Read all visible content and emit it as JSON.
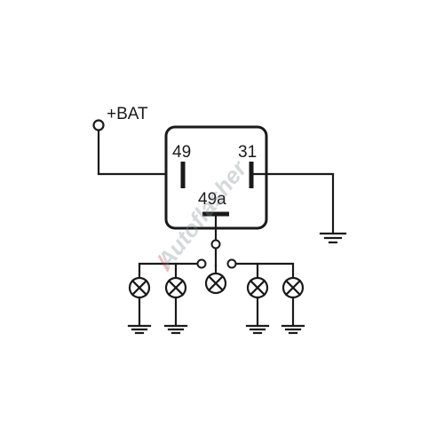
{
  "labels": {
    "bat": "+BAT",
    "terminal_49": "49",
    "terminal_31": "31",
    "terminal_49a": "49a"
  },
  "watermark": {
    "text": "Autoflasher",
    "color_primary": "#c0392b",
    "color_secondary": "#7f8c8d"
  },
  "icons": {
    "lamp": "lamp-cross-icon",
    "ground": "ground-icon",
    "terminal": "open-terminal-icon"
  },
  "colors": {
    "ink": "#1a1a1a",
    "background": "#ffffff"
  }
}
